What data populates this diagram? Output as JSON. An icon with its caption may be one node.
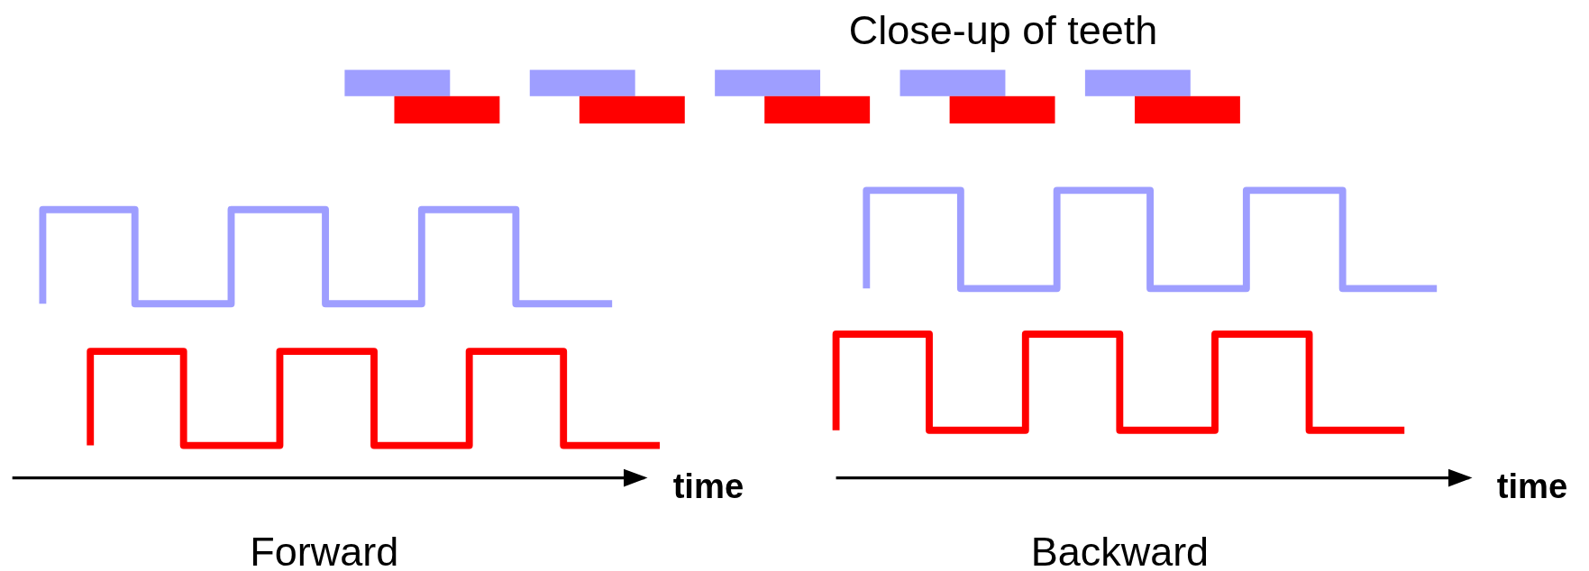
{
  "diagram": {
    "labels": [
      "Close-up of teeth",
      "time",
      "time",
      "Forward",
      "Backward"
    ]
  }
}
